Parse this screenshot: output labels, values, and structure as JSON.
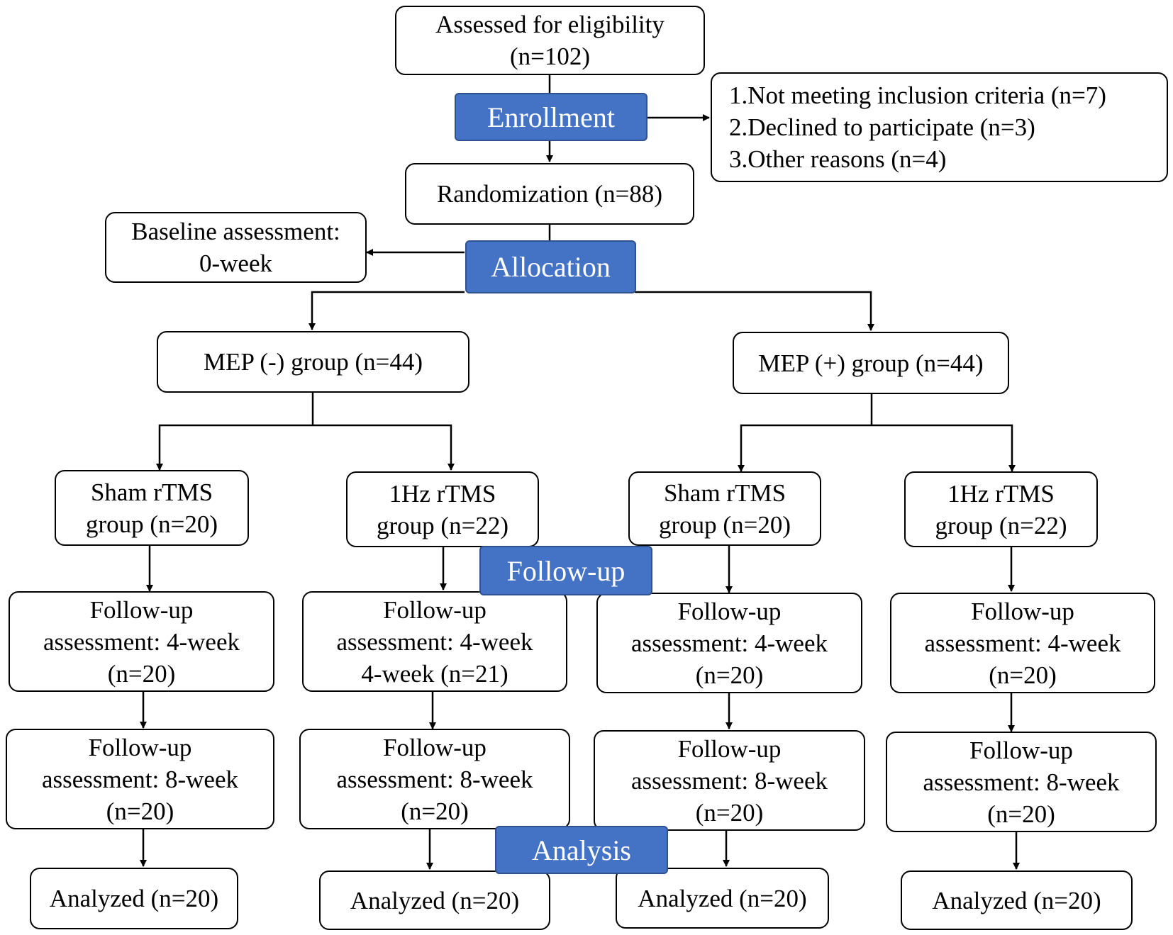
{
  "stages": {
    "enrollment": "Enrollment",
    "allocation": "Allocation",
    "follow_up": "Follow-up",
    "analysis": "Analysis"
  },
  "colors": {
    "stage_fill": "#4472c4",
    "stage_border": "#2f528f",
    "stage_text": "#ffffff",
    "box_border": "#000000"
  },
  "eligibility": {
    "line1": "Assessed for eligibility",
    "line2": "(n=102)"
  },
  "exclusions": {
    "item1": "1.Not meeting inclusion criteria (n=7)",
    "item2": "2.Declined to participate (n=3)",
    "item3": "3.Other reasons (n=4)"
  },
  "randomization": "Randomization (n=88)",
  "baseline": {
    "line1": "Baseline assessment:",
    "line2": "0-week"
  },
  "groups": {
    "mep_neg": "MEP (-) group (n=44)",
    "mep_pos": "MEP (+) group (n=44)"
  },
  "arms": [
    {
      "treat_line1": "Sham rTMS",
      "treat_line2": "group (n=20)",
      "fu4_line1": "Follow-up",
      "fu4_line2": "assessment: 4-week",
      "fu4_line3": "(n=20)",
      "fu8_line1": "Follow-up",
      "fu8_line2": "assessment: 8-week",
      "fu8_line3": "(n=20)",
      "analyzed": "Analyzed (n=20)"
    },
    {
      "treat_line1": "1Hz rTMS",
      "treat_line2": "group (n=22)",
      "fu4_line1": "Follow-up",
      "fu4_line2": "assessment: 4-week",
      "fu4_line3": "4-week (n=21)",
      "fu8_line1": "Follow-up",
      "fu8_line2": "assessment: 8-week",
      "fu8_line3": "(n=20)",
      "analyzed": "Analyzed (n=20)"
    },
    {
      "treat_line1": "Sham rTMS",
      "treat_line2": "group (n=20)",
      "fu4_line1": "Follow-up",
      "fu4_line2": "assessment: 4-week",
      "fu4_line3": "(n=20)",
      "fu8_line1": "Follow-up",
      "fu8_line2": "assessment: 8-week",
      "fu8_line3": "(n=20)",
      "analyzed": "Analyzed (n=20)"
    },
    {
      "treat_line1": "1Hz rTMS",
      "treat_line2": "group (n=22)",
      "fu4_line1": "Follow-up",
      "fu4_line2": "assessment: 4-week",
      "fu4_line3": "(n=20)",
      "fu8_line1": "Follow-up",
      "fu8_line2": "assessment: 8-week",
      "fu8_line3": "(n=20)",
      "analyzed": "Analyzed (n=20)"
    }
  ]
}
